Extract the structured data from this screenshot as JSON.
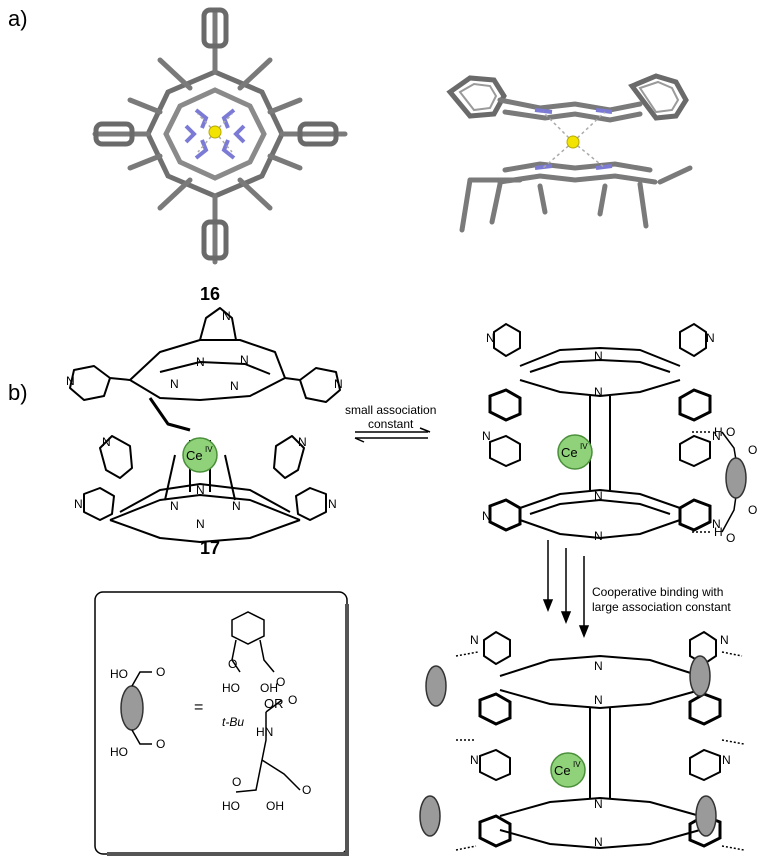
{
  "panels": {
    "a": {
      "label": "a)",
      "compound": "16"
    },
    "b": {
      "label": "b)",
      "compound": "17",
      "equilibrium_text_line1": "small association",
      "equilibrium_text_line2": "constant",
      "cooperative_text_line1": "Cooperative binding with",
      "cooperative_text_line2": "large association constant",
      "metal": "Ce",
      "oxidation_state": "IV"
    }
  },
  "legend_box": {
    "equals": "=",
    "or_text": "OR",
    "tbu": "t-Bu",
    "hn": "HN",
    "ho": "HO",
    "oh": "OH",
    "o": "O"
  },
  "colors": {
    "stick": "#7a7a7a",
    "stick_dark": "#555555",
    "nitrogen": "#7b7bd6",
    "metal_center": "#f2e400",
    "cerium": "#8fd27a"
  },
  "icons": [
    "ellipsoid-spacer-icon",
    "cerium-atom-icon",
    "equilibrium-arrows-icon",
    "down-arrows-icon"
  ]
}
